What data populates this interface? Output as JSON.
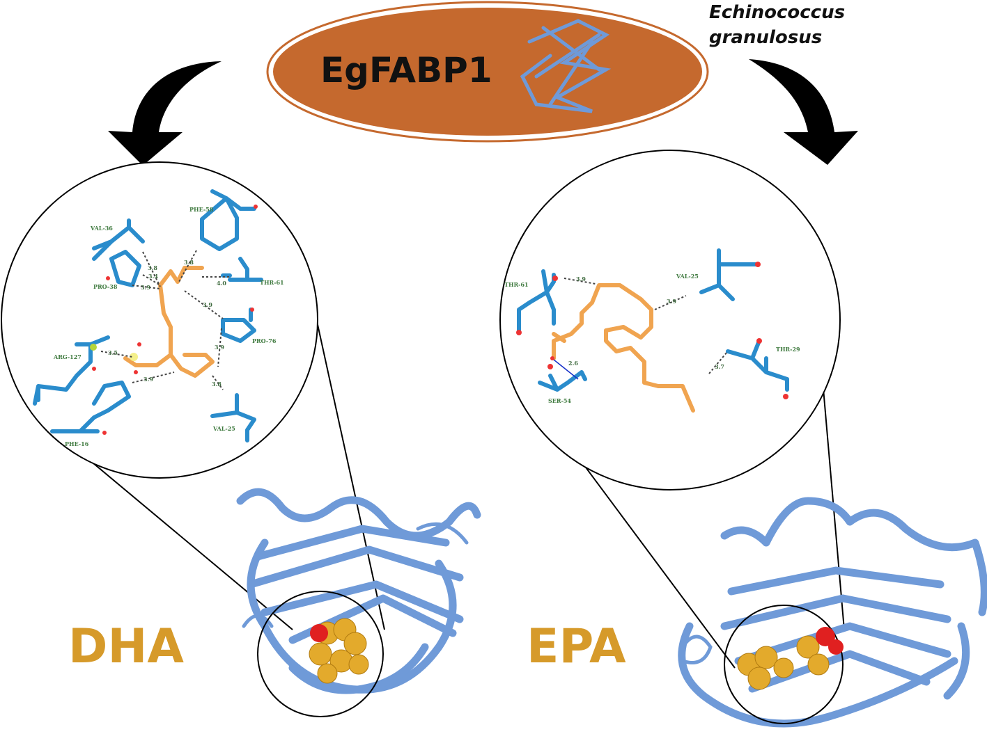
{
  "header": {
    "protein_name": "EgFABP1",
    "species_line1": "Echinococcus",
    "species_line2": "granulosus"
  },
  "ligands": {
    "left": "DHA",
    "right": "EPA"
  },
  "dha_panel": {
    "residues": [
      "VAL-36",
      "PRO-38",
      "PHE-58",
      "THR-61",
      "PRO-76",
      "ARG-127",
      "PHE-16",
      "VAL-25"
    ],
    "distances": [
      "3.8",
      "3.4",
      "3.9",
      "3.8",
      "4.0",
      "3.9",
      "3.9",
      "3.5",
      "3.9",
      "3.8"
    ]
  },
  "epa_panel": {
    "residues": [
      "THR-61",
      "VAL-25",
      "THR-29",
      "SER-54"
    ],
    "distances": [
      "3.9",
      "3.9",
      "3.7",
      "2.6"
    ]
  },
  "colors": {
    "ellipse_fill": "#c5692e",
    "ligand_label": "#d69a2a",
    "protein_ribbon": "#6f9ad8",
    "residue_sticks": "#2a8ccc",
    "ligand_sticks": "#f0a450"
  }
}
